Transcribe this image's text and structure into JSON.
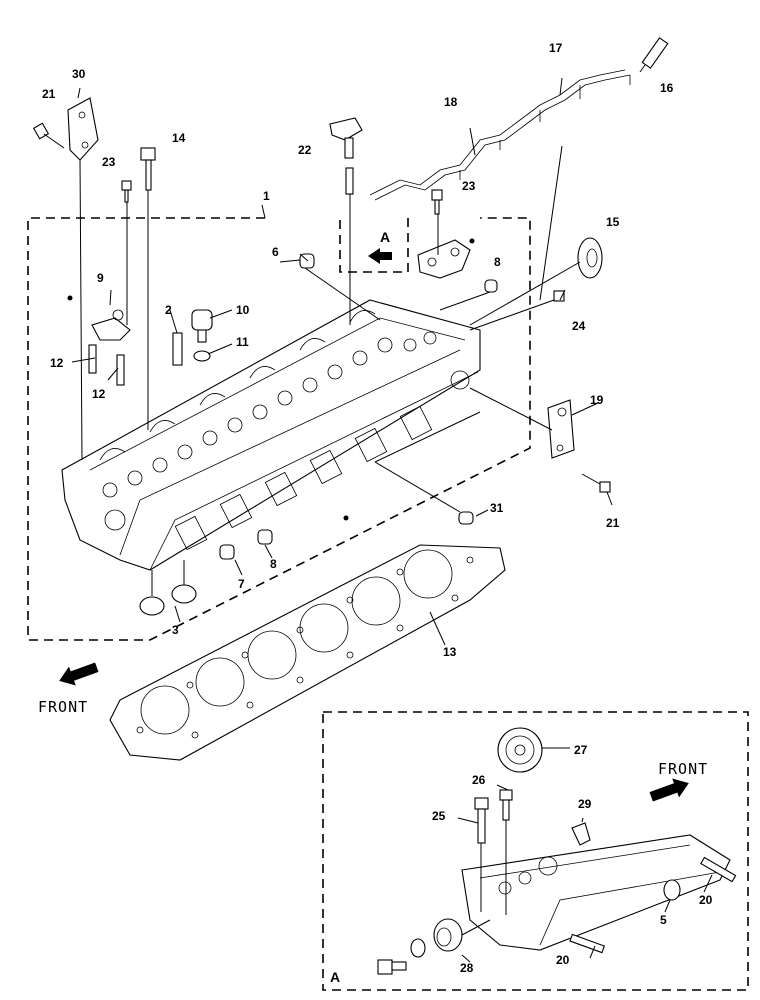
{
  "labels": {
    "front_main": "FRONT",
    "front_detail": "FRONT",
    "view_a_arrow": "A",
    "view_a_box": "A"
  },
  "callouts": {
    "c1": "1",
    "c2": "2",
    "c3": "3",
    "c5": "5",
    "c6": "6",
    "c7": "7",
    "c8a": "8",
    "c8b": "8",
    "c9": "9",
    "c10": "10",
    "c11": "11",
    "c12a": "12",
    "c12b": "12",
    "c13": "13",
    "c14": "14",
    "c15": "15",
    "c16": "16",
    "c17": "17",
    "c18": "18",
    "c19": "19",
    "c20a": "20",
    "c20b": "20",
    "c21a": "21",
    "c21b": "21",
    "c22": "22",
    "c23a": "23",
    "c23b": "23",
    "c24": "24",
    "c25": "25",
    "c26": "26",
    "c27": "27",
    "c28": "28",
    "c29": "29",
    "c30": "30",
    "c31": "31"
  }
}
